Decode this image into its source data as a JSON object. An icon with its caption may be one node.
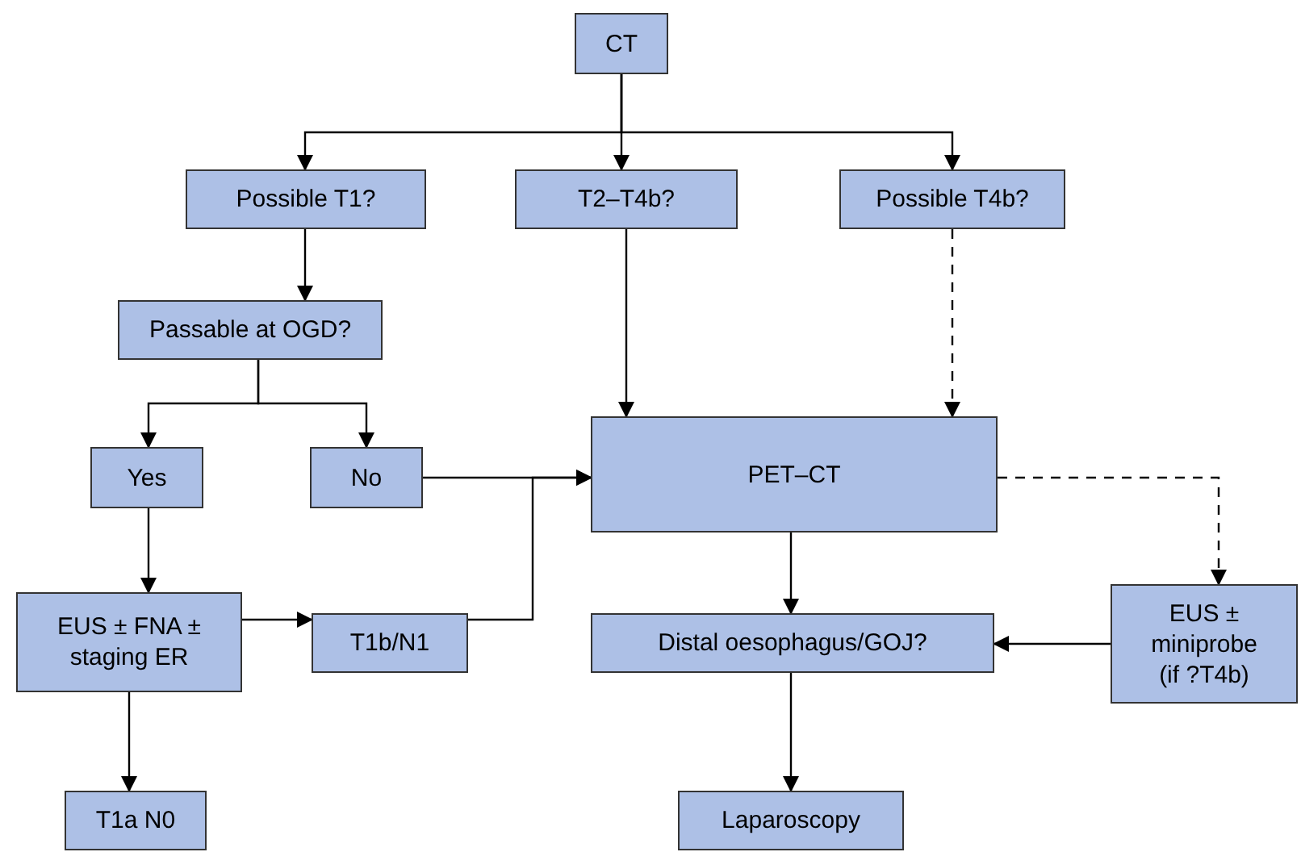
{
  "diagram": {
    "nodes": [
      {
        "text": [
          "CT"
        ]
      },
      {
        "text": [
          "Possible T1?"
        ]
      },
      {
        "text": [
          "T2–T4b?"
        ]
      },
      {
        "text": [
          "Possible T4b?"
        ]
      },
      {
        "text": [
          "Passable at OGD?"
        ]
      },
      {
        "text": [
          "Yes"
        ]
      },
      {
        "text": [
          "No"
        ]
      },
      {
        "text": [
          "PET–CT"
        ]
      },
      {
        "text": [
          "EUS ± FNA ± staging ER"
        ]
      },
      {
        "text": [
          "T1b/N1"
        ]
      },
      {
        "text": [
          "Distal oesophagus/GOJ?"
        ]
      },
      {
        "text": [
          "EUS ± miniprobe (if ?T4b)"
        ]
      },
      {
        "text": [
          "T1a N0"
        ]
      },
      {
        "text": [
          "Laparoscopy"
        ]
      }
    ],
    "edges": [
      {
        "from": 0,
        "to": 1,
        "arrow": "to"
      },
      {
        "from": 0,
        "to": 2,
        "arrow": "to"
      },
      {
        "from": 0,
        "to": 3,
        "arrow": "to"
      },
      {
        "from": 1,
        "to": 4,
        "arrow": "to"
      },
      {
        "from": 4,
        "to": 5,
        "arrow": "to"
      },
      {
        "from": 4,
        "to": 6,
        "arrow": "to"
      },
      {
        "from": 2,
        "to": 7,
        "arrow": "to"
      },
      {
        "from": 3,
        "to": 7,
        "arrow": "to",
        "style": "dashed"
      },
      {
        "from": 6,
        "to": 7,
        "arrow": "to"
      },
      {
        "from": 9,
        "to": 7,
        "arrow": "to"
      },
      {
        "from": 7,
        "to": 11,
        "arrow": "to",
        "style": "dashed"
      },
      {
        "from": 7,
        "to": 10,
        "arrow": "to"
      },
      {
        "from": 11,
        "to": 10,
        "arrow": "to"
      },
      {
        "from": 5,
        "to": 8,
        "arrow": "to"
      },
      {
        "from": 8,
        "to": 9,
        "arrow": "to"
      },
      {
        "from": 8,
        "to": 12,
        "arrow": "to"
      },
      {
        "from": 10,
        "to": 13,
        "arrow": "to"
      }
    ]
  }
}
